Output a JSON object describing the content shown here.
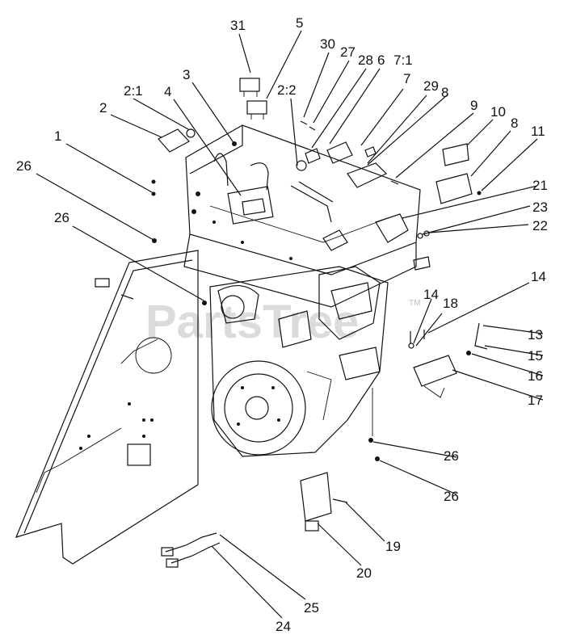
{
  "watermark": {
    "text": "PartsTree",
    "tm": "TM"
  },
  "callouts": [
    "31",
    "5",
    "30",
    "27",
    "28",
    "6",
    "7:1",
    "7",
    "29",
    "8",
    "9",
    "10",
    "8",
    "11",
    "2:2",
    "3",
    "4",
    "2:1",
    "2",
    "1",
    "26",
    "26",
    "21",
    "23",
    "22",
    "14",
    "14",
    "18",
    "13",
    "15",
    "16",
    "17",
    "26",
    "26",
    "19",
    "20",
    "25",
    "24"
  ]
}
